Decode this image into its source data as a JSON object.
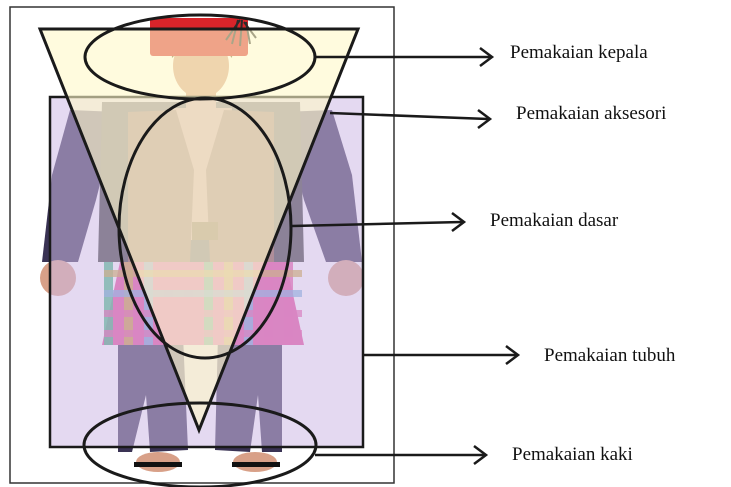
{
  "diagram": {
    "labels": {
      "head": "Pemakaian kepala",
      "accessory": "Pemakaian aksesori",
      "base": "Pemakaian dasar",
      "body": "Pemakaian tubuh",
      "feet": "Pemakaian kaki"
    },
    "colors": {
      "hat": "#d8242a",
      "hat_tassel": "#2a2a2a",
      "hair": "#6b5a2a",
      "skin": "#d8a088",
      "jacket": "#3c3f3a",
      "sleeve": "#3a3354",
      "vest": "#8a5a3e",
      "belt_buckle": "#6a4a12",
      "trousers": "#3a3354",
      "body_box_fill": "#cdb9e6",
      "triangle_fill": "#fff8c8",
      "outline": "#1a1a1a",
      "sarong": [
        "#e7479a",
        "#2bb673",
        "#c9a12c",
        "#6aa8d8",
        "#e7479a"
      ]
    }
  }
}
